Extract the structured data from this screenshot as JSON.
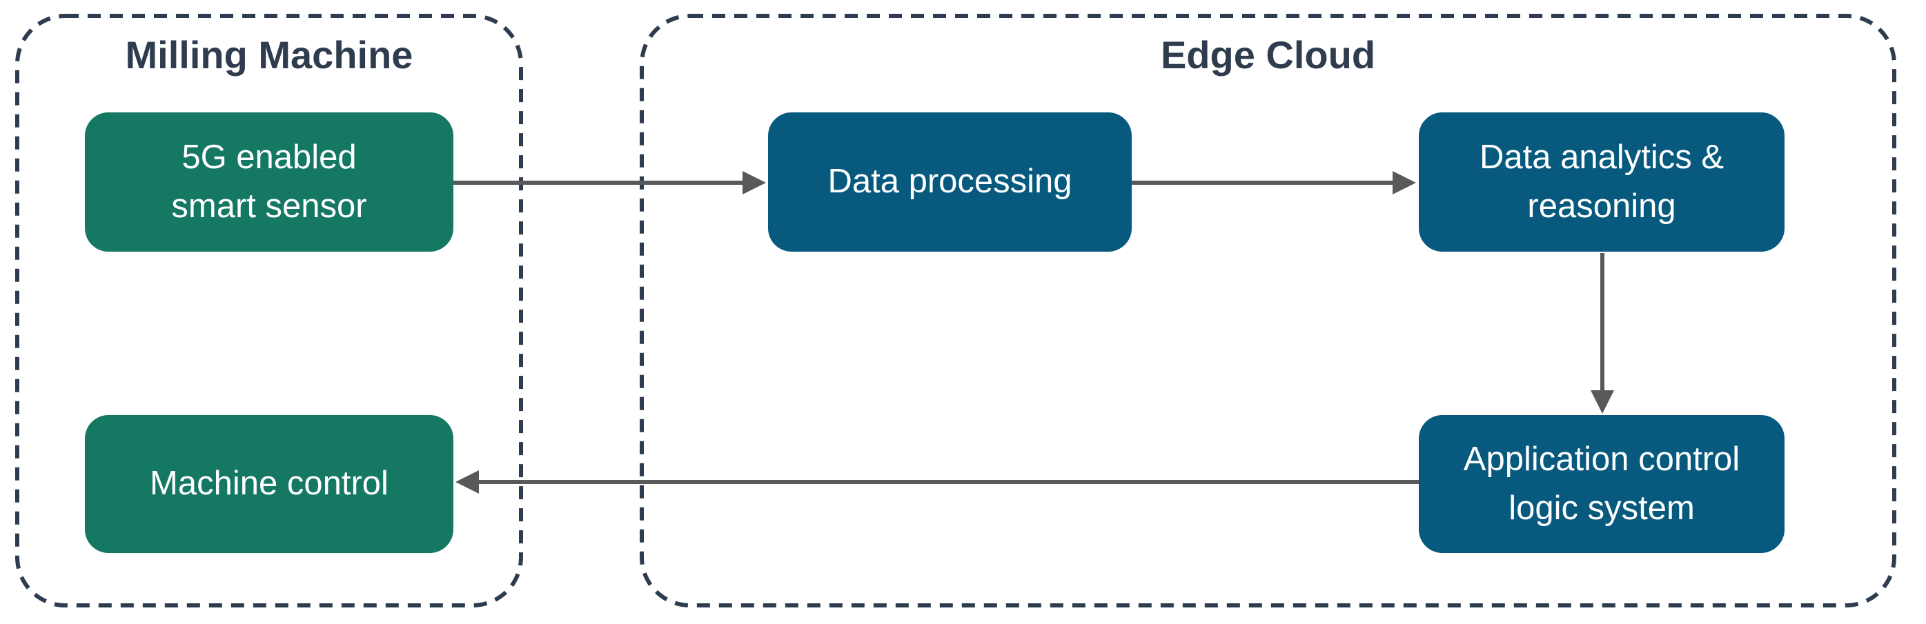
{
  "diagram": {
    "containers": [
      {
        "title": "Milling Machine"
      },
      {
        "title": "Edge Cloud"
      }
    ],
    "nodes": [
      {
        "label": [
          "5G enabled",
          "smart sensor"
        ],
        "container": "Milling Machine",
        "fill": "#147862"
      },
      {
        "label": [
          "Data processing"
        ],
        "container": "Edge Cloud",
        "fill": "#075a7e"
      },
      {
        "label": [
          "Data analytics &",
          "reasoning"
        ],
        "container": "Edge Cloud",
        "fill": "#075a7e"
      },
      {
        "label": [
          "Application control",
          "logic system"
        ],
        "container": "Edge Cloud",
        "fill": "#075a7e"
      },
      {
        "label": [
          "Machine control"
        ],
        "container": "Milling Machine",
        "fill": "#147862"
      }
    ],
    "edges": [
      {
        "from": "5G enabled smart sensor",
        "to": "Data processing",
        "direction": "right"
      },
      {
        "from": "Data processing",
        "to": "Data analytics & reasoning",
        "direction": "right"
      },
      {
        "from": "Data analytics & reasoning",
        "to": "Application control logic system",
        "direction": "down"
      },
      {
        "from": "Application control logic system",
        "to": "Machine control",
        "direction": "left"
      }
    ],
    "colors": {
      "machine_node_fill": "#147862",
      "cloud_node_fill": "#075a7e",
      "node_text": "#ffffff",
      "container_border": "#2d3c4e",
      "container_title": "#2e3c4e",
      "arrow": "#595959",
      "background": "#ffffff"
    }
  }
}
